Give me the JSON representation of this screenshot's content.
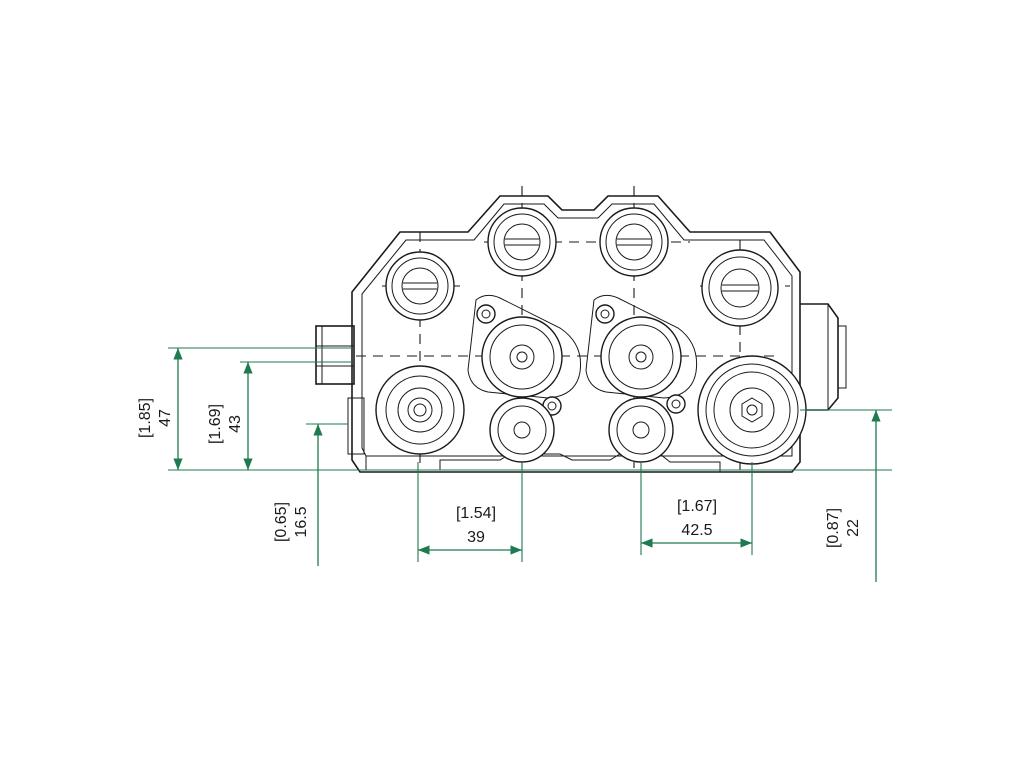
{
  "colors": {
    "outline": "#1a1a1a",
    "dimension": "#1e7a4f",
    "background": "#ffffff"
  },
  "dimensions": {
    "height_47": {
      "imperial": "[1.85]",
      "metric": "47"
    },
    "height_43": {
      "imperial": "[1.69]",
      "metric": "43"
    },
    "height_16_5": {
      "imperial": "[0.65]",
      "metric": "16.5"
    },
    "spacing_39": {
      "imperial": "[1.54]",
      "metric": "39"
    },
    "spacing_42_5": {
      "imperial": "[1.67]",
      "metric": "42.5"
    },
    "height_22": {
      "imperial": "[0.87]",
      "metric": "22"
    }
  }
}
